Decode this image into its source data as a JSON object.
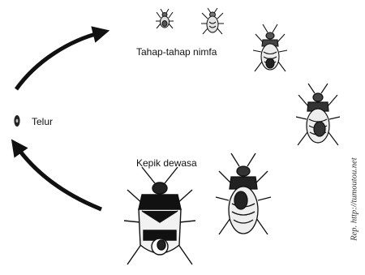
{
  "labels": {
    "nymph": "Tahap-tahap nimfa",
    "egg": "Telur",
    "adult": "Kepik dewasa"
  },
  "credit": "Rep. http://tumoutou.net",
  "stages": [
    {
      "name": "egg"
    },
    {
      "name": "nymph-instar-1"
    },
    {
      "name": "nymph-instar-2"
    },
    {
      "name": "nymph-instar-3"
    },
    {
      "name": "nymph-instar-4"
    },
    {
      "name": "nymph-instar-5"
    },
    {
      "name": "adult"
    }
  ]
}
